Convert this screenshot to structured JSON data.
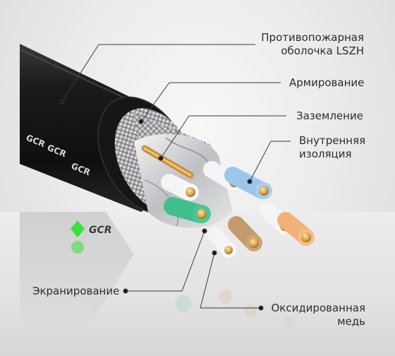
{
  "brand": {
    "logo_text": "GCR",
    "logo_color": "#39e13a"
  },
  "jacket_print": [
    "GCR",
    "GCR",
    "GCR"
  ],
  "labels": {
    "jacket": {
      "line1": "Противопожарная",
      "line2": "оболочка LSZH"
    },
    "armoring": "Армирование",
    "grounding": "Заземление",
    "inner_insulation": {
      "line1": "Внутренняя",
      "line2": "изоляция"
    },
    "shielding": "Экранирование",
    "oxidized_copper": {
      "line1": "Оксидированная",
      "line2": "медь"
    }
  },
  "colors": {
    "jacket": "#1d1d1f",
    "copper": "#d9a34a",
    "wire_blue": "#9cc7ea",
    "wire_green": "#3fbf8c",
    "wire_orange": "#f0b27a",
    "wire_brown": "#c39a6b"
  }
}
